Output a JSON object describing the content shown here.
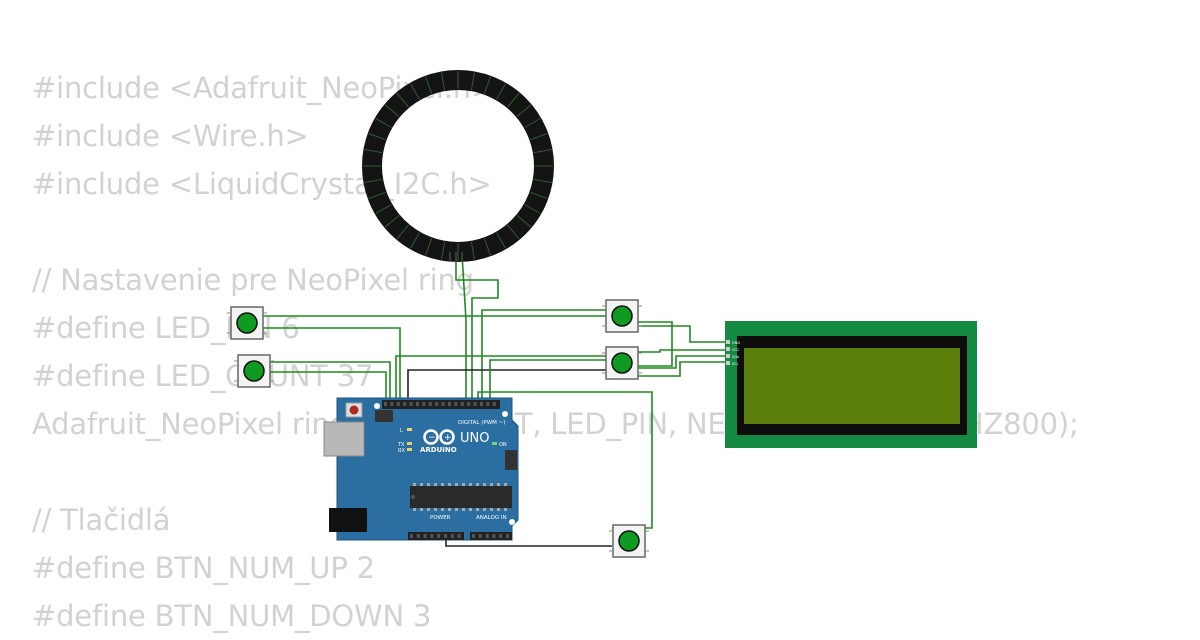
{
  "code_lines": [
    "#include <Adafruit_NeoPixel.h>",
    "#include <Wire.h>",
    "#include <LiquidCrystal_I2C.h>",
    "",
    "// Nastavenie pre NeoPixel ring",
    "#define LED_PIN 6",
    "#define LED_COUNT 37",
    "Adafruit_NeoPixel ring(LED_COUNT, LED_PIN, NEO_GRB + NEO_KHZ800);",
    "",
    "// Tlačidlá",
    "#define BTN_NUM_UP 2",
    "#define BTN_NUM_DOWN 3"
  ],
  "arduino": {
    "logo_text": "UNO",
    "brand_text": "ARDUINO",
    "digital_label": "DIGITAL (PWM ~)",
    "power_label": "POWER",
    "analog_label": "ANALOG IN",
    "on_label": "ON",
    "tx_label": "TX",
    "rx_label": "RX",
    "l_label": "L"
  },
  "lcd": {
    "pin_labels": [
      "GND",
      "VCC",
      "SDA",
      "SCL"
    ]
  },
  "colors": {
    "wire": "#1f8a1f",
    "ground_wire": "#222222",
    "board": "#2b6ea2",
    "lcd_pcb": "#148a43",
    "lcd_screen": "#5c7e0a",
    "button_cap": "#0f9a22",
    "ring": "#141414",
    "code_text": "#d2d2d2"
  }
}
